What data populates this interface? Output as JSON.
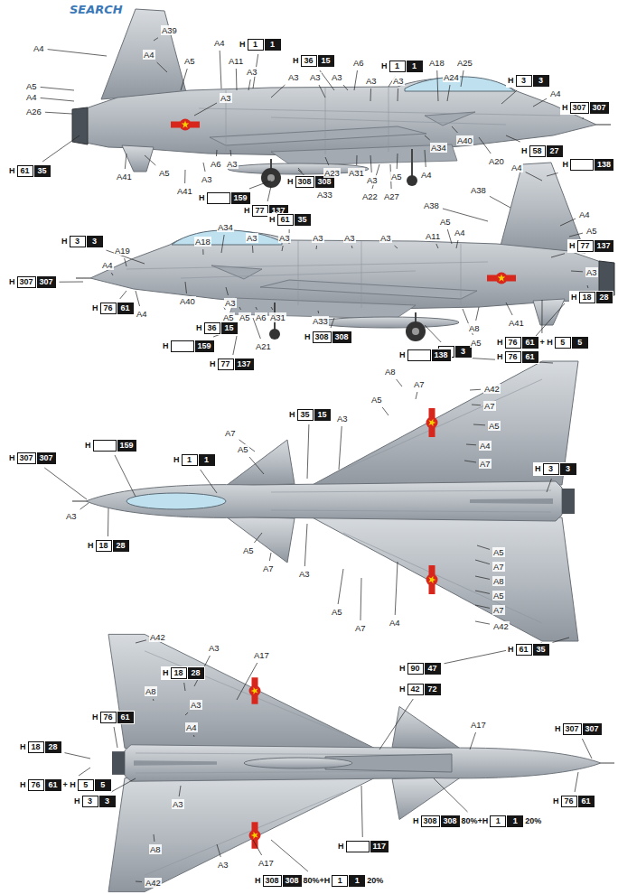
{
  "diagram": {
    "nodes": [
      {
        "text": [
          "H",
          "1",
          "1"
        ]
      },
      {
        "text": [
          "H",
          "36",
          "15"
        ]
      },
      {
        "text": [
          "H",
          "1",
          "1"
        ]
      },
      {
        "text": [
          "H",
          "3",
          "3"
        ]
      },
      {
        "text": [
          "H",
          "307",
          "307"
        ]
      },
      {
        "text": [
          "H",
          "58",
          "27"
        ]
      },
      {
        "text": [
          "H",
          "61",
          "35"
        ]
      },
      {
        "text": [
          "H",
          "308",
          "308"
        ]
      },
      {
        "text": [
          "H",
          "159"
        ]
      },
      {
        "text": [
          "H",
          "77",
          "137"
        ]
      },
      {
        "text": [
          "H",
          "138"
        ]
      },
      {
        "text": [
          "H",
          "3",
          "3"
        ]
      },
      {
        "text": [
          "H",
          "61",
          "35"
        ]
      },
      {
        "text": [
          "H",
          "77",
          "137"
        ]
      },
      {
        "text": [
          "H",
          "307",
          "307"
        ]
      },
      {
        "text": [
          "H",
          "76",
          "61"
        ]
      },
      {
        "text": [
          "H",
          "18",
          "28"
        ]
      },
      {
        "text": [
          "H",
          "36",
          "15"
        ]
      },
      {
        "text": [
          "H",
          "159"
        ]
      },
      {
        "text": [
          "H",
          "77",
          "137"
        ]
      },
      {
        "text": [
          "H",
          "308",
          "308"
        ]
      },
      {
        "text": [
          "H",
          "3",
          "3"
        ]
      },
      {
        "text": [
          "H",
          "76",
          "61",
          "+ H",
          "5",
          "5"
        ]
      },
      {
        "text": [
          "H",
          "76",
          "61"
        ]
      },
      {
        "text": [
          "H",
          "138"
        ]
      },
      {
        "text": [
          "H",
          "35",
          "15"
        ]
      },
      {
        "text": [
          "H",
          "159"
        ]
      },
      {
        "text": [
          "H",
          "1",
          "1"
        ]
      },
      {
        "text": [
          "H",
          "307",
          "307"
        ]
      },
      {
        "text": [
          "H",
          "3",
          "3"
        ]
      },
      {
        "text": [
          "H",
          "18",
          "28"
        ]
      },
      {
        "text": [
          "H",
          "61",
          "35"
        ]
      },
      {
        "text": [
          "H",
          "90",
          "47"
        ]
      },
      {
        "text": [
          "H",
          "18",
          "28"
        ]
      },
      {
        "text": [
          "H",
          "42",
          "72"
        ]
      },
      {
        "text": [
          "H",
          "307",
          "307"
        ]
      },
      {
        "text": [
          "H",
          "76",
          "61"
        ]
      },
      {
        "text": [
          "H",
          "18",
          "28"
        ]
      },
      {
        "text": [
          "H",
          "76",
          "61",
          "+ H",
          "5",
          "5"
        ]
      },
      {
        "text": [
          "H",
          "3",
          "3"
        ]
      },
      {
        "text": [
          "H",
          "76",
          "61"
        ]
      },
      {
        "text": [
          "H",
          "117"
        ]
      },
      {
        "text": [
          "H",
          "308",
          "308",
          "80%+H",
          "1",
          "1",
          "20%"
        ]
      },
      {
        "text": [
          "H",
          "308",
          "308",
          "80%+H",
          "1",
          "1",
          "20%"
        ]
      }
    ],
    "labels": [
      "SEARCH",
      "A39",
      "A4",
      "A5",
      "A4",
      "A26",
      "A4",
      "A5",
      "A4",
      "A11",
      "A3",
      "A3",
      "A3",
      "A3",
      "A3",
      "A6",
      "A3",
      "A3",
      "A18",
      "A24",
      "A25",
      "A4",
      "A40",
      "A20",
      "A41",
      "A5",
      "A41",
      "A6",
      "A3",
      "A3",
      "A23",
      "A31",
      "A33",
      "A3",
      "A22",
      "A27",
      "A5",
      "A4",
      "A34",
      "A4",
      "A38",
      "A38",
      "A4",
      "A5",
      "A3",
      "A5",
      "A4",
      "A11",
      "A3",
      "A3",
      "A3",
      "A3",
      "A3",
      "A34",
      "A18",
      "A19",
      "A4",
      "A4",
      "A40",
      "A3",
      "A5",
      "A5",
      "A6",
      "A31",
      "A21",
      "A33",
      "A8",
      "A5",
      "A41",
      "A8",
      "A7",
      "A5",
      "A42",
      "A7",
      "A5",
      "A4",
      "A7",
      "A3",
      "A5",
      "A7",
      "A5",
      "A7",
      "A8",
      "A5",
      "A7",
      "A42",
      "A3",
      "A4",
      "A7",
      "A5",
      "A3",
      "A5",
      "A7",
      "A42",
      "A3",
      "A17",
      "A8",
      "A3",
      "A4",
      "A17",
      "A3",
      "A8",
      "A17",
      "A42",
      "A3"
    ]
  }
}
